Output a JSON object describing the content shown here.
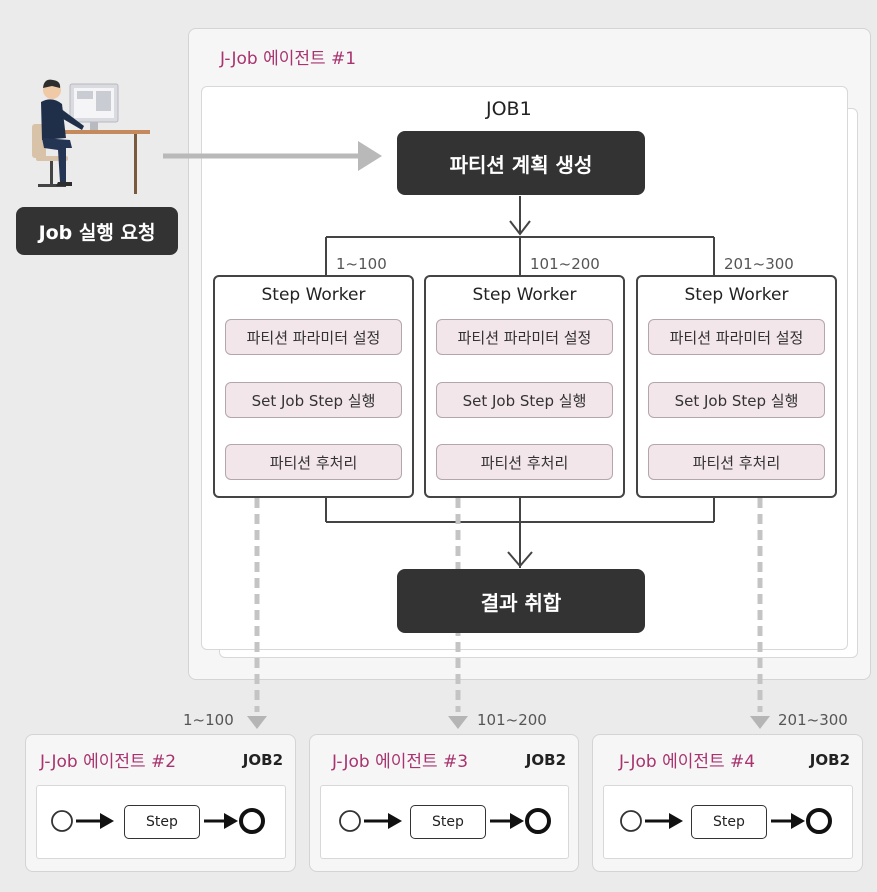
{
  "request": {
    "label": "Job 실행 요청"
  },
  "main_agent": {
    "title": "J-Job 에이전트 #1",
    "job_title": "JOB1",
    "plan_box": "파티션 계획 생성",
    "merge_box": "결과 취합",
    "workers": [
      {
        "range": "1~100",
        "title": "Step Worker",
        "steps": [
          "파티션 파라미터 설정",
          "Set Job Step 실행",
          "파티션 후처리"
        ]
      },
      {
        "range": "101~200",
        "title": "Step Worker",
        "steps": [
          "파티션 파라미터 설정",
          "Set Job Step 실행",
          "파티션 후처리"
        ]
      },
      {
        "range": "201~300",
        "title": "Step Worker",
        "steps": [
          "파티션 파라미터 설정",
          "Set Job Step 실행",
          "파티션 후처리"
        ]
      }
    ]
  },
  "remote_agents": [
    {
      "range": "1~100",
      "title": "J-Job 에이전트 #2",
      "job": "JOB2",
      "step": "Step"
    },
    {
      "range": "101~200",
      "title": "J-Job 에이전트 #3",
      "job": "JOB2",
      "step": "Step"
    },
    {
      "range": "201~300",
      "title": "J-Job 에이전트 #4",
      "job": "JOB2",
      "step": "Step"
    }
  ],
  "colors": {
    "accent": "#a8336e",
    "dark_box": "#333333",
    "substep_fill": "#f3e6ea",
    "dashed_link": "#c4c4c4"
  }
}
